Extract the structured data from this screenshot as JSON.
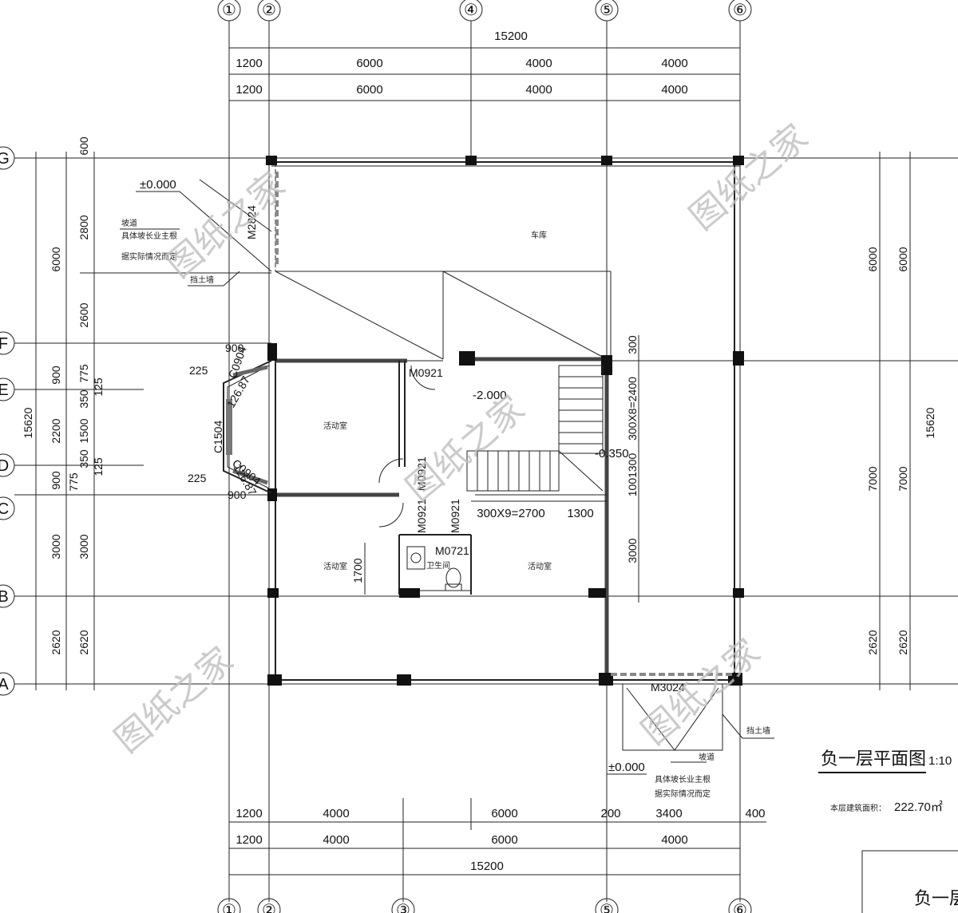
{
  "axes_top": [
    "①",
    "②",
    "④",
    "⑤",
    "⑥"
  ],
  "axes_bottom": [
    "①",
    "②",
    "③",
    "⑤",
    "⑥"
  ],
  "axes_left": [
    "G",
    "F",
    "E",
    "D",
    "C",
    "B",
    "A"
  ],
  "top_total": "15200",
  "top_row1": [
    "1200",
    "6000",
    "4000",
    "4000"
  ],
  "top_row2": [
    "1200",
    "6000",
    "4000",
    "4000"
  ],
  "bottom_row1": [
    "1200",
    "4000",
    "6000",
    "200",
    "3400",
    "400"
  ],
  "bottom_row2": [
    "1200",
    "4000",
    "6000",
    "4000"
  ],
  "bottom_total": "15200",
  "left_outer": [
    "6000",
    "15620",
    "3000",
    "2620"
  ],
  "left_mid": [
    "600",
    "2800",
    "2600",
    "900",
    "2200",
    "900",
    "3000",
    "2620"
  ],
  "left_inner": [
    "775",
    "350",
    "1500",
    "350",
    "775"
  ],
  "left_inner2": [
    "125",
    "125"
  ],
  "right_outer": [
    "6000",
    "7000",
    "2620"
  ],
  "right_inner": [
    "6000",
    "15620",
    "7000",
    "2620"
  ],
  "inner_dims": [
    "300",
    "300X8=2400",
    "1001300",
    "3000",
    "300X9=2700",
    "1300",
    "1700"
  ],
  "bay_dims": [
    "900",
    "225",
    "126.87",
    "126.87",
    "225",
    "900"
  ],
  "levels": {
    "top": "±0.000",
    "bottom": "±0.000",
    "stair_low": "-2.000",
    "stair_mid": "-0.350"
  },
  "rooms": {
    "garage": "车库",
    "activity1": "活动室",
    "activity2": "活动室",
    "activity3": "活动室",
    "wc": "卫生间"
  },
  "doors": {
    "m2824": "M2824",
    "m0921a": "M0921",
    "m0921b": "M0921",
    "m0921c": "M0921",
    "m0921d": "M0921",
    "m0721": "M0721",
    "m3024": "M3024"
  },
  "windows": {
    "c0904a": "C0904",
    "c1504": "C1504",
    "c0904b": "C0904"
  },
  "notes": {
    "ramp_top": "坡道",
    "ramp_top_detail1": "具体坡长业主根",
    "ramp_top_detail2": "据实际情况而定",
    "retaining_top": "挡土墙",
    "ramp_bottom": "坡道",
    "ramp_bottom_detail1": "具体坡长业主根",
    "ramp_bottom_detail2": "据实际情况而定",
    "retaining_bottom": "挡土墙"
  },
  "title": "负一层平面图",
  "scale": "1:10",
  "area_label": "本层建筑面积：",
  "area_value": "222.70㎡",
  "title_block": "负一层",
  "watermark": "图纸之家"
}
